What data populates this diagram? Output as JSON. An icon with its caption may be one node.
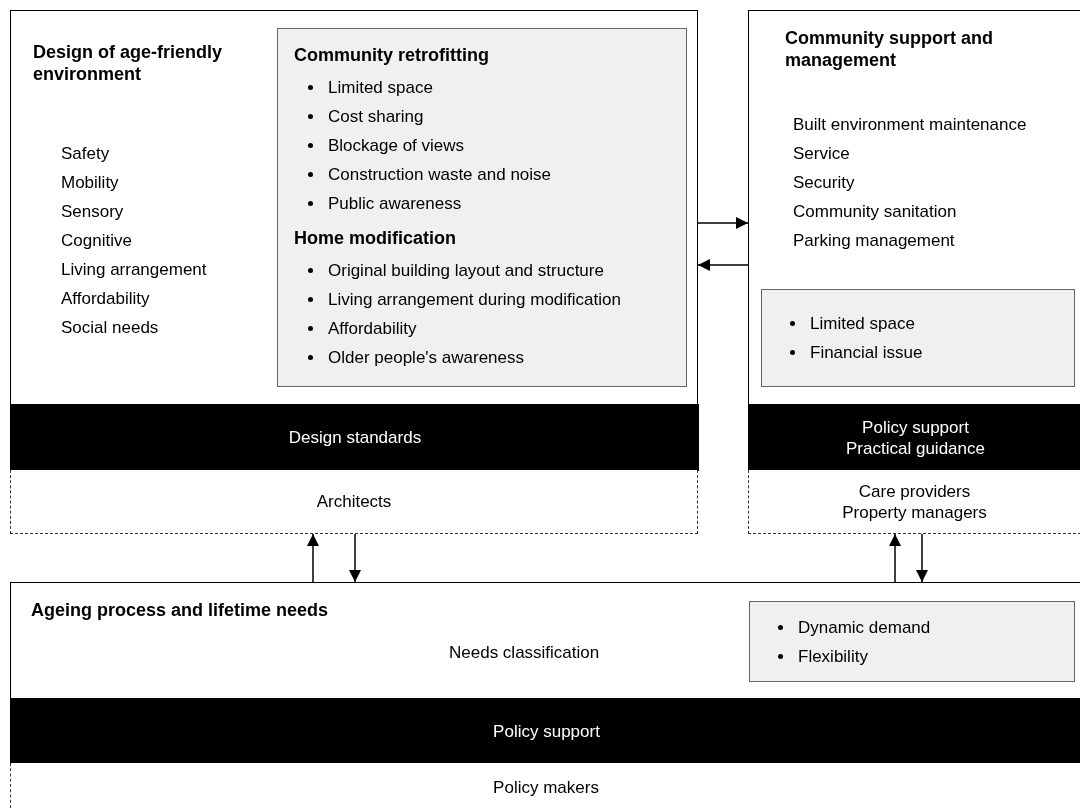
{
  "diagram": {
    "nodes": [
      {
        "text": [
          "Design of age-friendly environment",
          "Safety",
          "Mobility",
          "Sensory",
          "Cognitive",
          "Living arrangement",
          "Affordability",
          "Social needs"
        ]
      },
      {
        "text": [
          "Community retrofitting",
          "Limited space",
          "Cost sharing",
          "Blockage of views",
          "Construction waste and noise",
          "Public awareness",
          "Home modification",
          "Original building layout and structure",
          "Living arrangement during modification",
          "Affordability",
          "Older people's awareness"
        ],
        "in": 0
      },
      {
        "text": [
          "Design standards"
        ],
        "in": 0
      },
      {
        "text": [
          "Architects"
        ]
      },
      {
        "text": [
          "Community support and management",
          "Built environment maintenance",
          "Service",
          "Security",
          "Community sanitation",
          "Parking management"
        ]
      },
      {
        "text": [
          "Limited space",
          "Financial issue"
        ],
        "in": 4
      },
      {
        "text": [
          "Policy support",
          "Practical guidance"
        ],
        "in": 4
      },
      {
        "text": [
          "Care providers",
          "Property managers"
        ]
      },
      {
        "text": [
          "Ageing process and lifetime needs",
          "Needs classification"
        ]
      },
      {
        "text": [
          "Dynamic demand",
          "Flexibility"
        ],
        "in": 8
      },
      {
        "text": [
          "Policy support"
        ],
        "in": 8
      },
      {
        "text": [
          "Policy makers"
        ]
      }
    ],
    "edges": [
      {
        "from": 0,
        "to": 4,
        "arrow": "to"
      },
      {
        "from": 4,
        "to": 0,
        "arrow": "to"
      },
      {
        "from": 8,
        "to": 3,
        "arrow": "to"
      },
      {
        "from": 3,
        "to": 8,
        "arrow": "to"
      },
      {
        "from": 8,
        "to": 7,
        "arrow": "to"
      },
      {
        "from": 7,
        "to": 8,
        "arrow": "to"
      }
    ]
  }
}
